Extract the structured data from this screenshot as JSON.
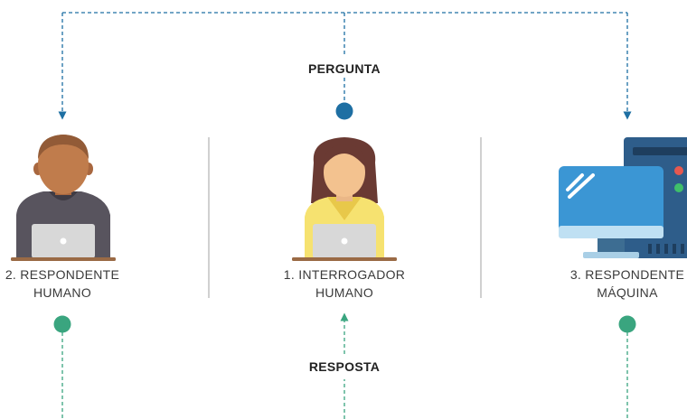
{
  "arrows": {
    "question_label": "PERGUNTA",
    "answer_label": "RESPOSTA"
  },
  "participants": [
    {
      "id": "respondent-human",
      "label_line1": "2. RESPONDENTE",
      "label_line2": "HUMANO"
    },
    {
      "id": "interrogator",
      "label_line1": "1. INTERROGADOR",
      "label_line2": "HUMANO"
    },
    {
      "id": "respondent-machine",
      "label_line1": "3. RESPONDENTE",
      "label_line2": "MÁQUINA"
    }
  ],
  "colors": {
    "question_line": "#1e6fa3",
    "answer_line": "#3aa57f",
    "divider": "#d0d0d0",
    "laptop": "#d8d8d8"
  },
  "icons": [
    "man-laptop-icon",
    "woman-laptop-icon",
    "computer-icon"
  ]
}
